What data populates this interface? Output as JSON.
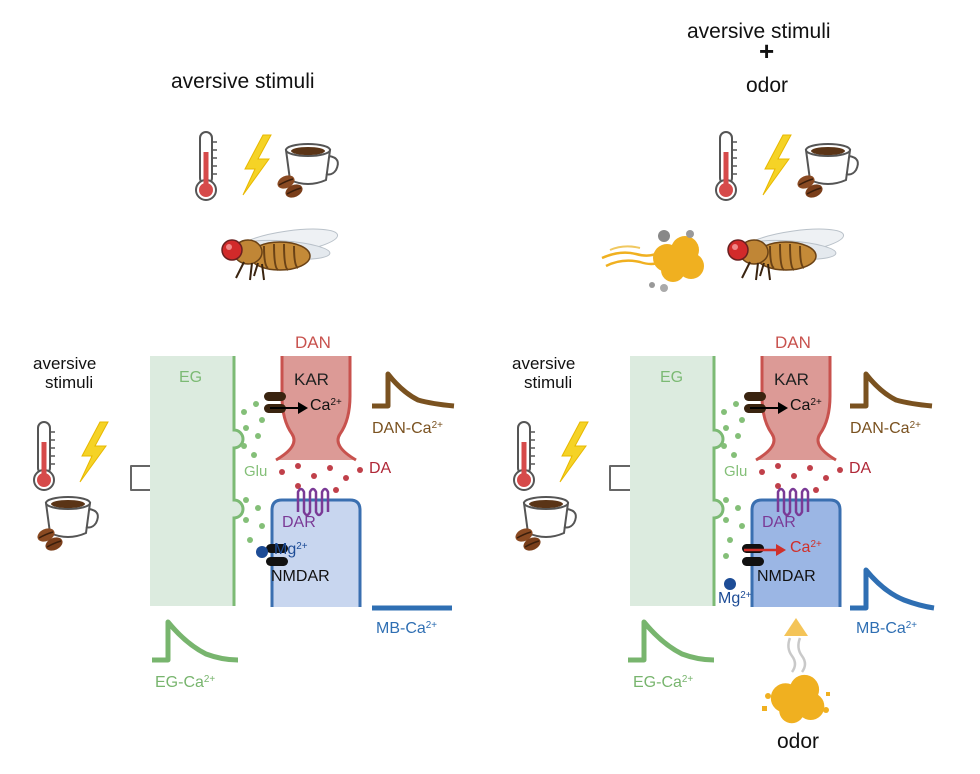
{
  "top": {
    "left_title": "aversive stimuli",
    "right_title_line1": "aversive stimuli",
    "right_title_plus": "+",
    "right_title_line2": "odor"
  },
  "panels": [
    {
      "stim_line1": "aversive",
      "stim_line2": "stimuli",
      "eg_label": "EG",
      "dan_label": "DAN",
      "kar_label": "KAR",
      "ca_base": "Ca",
      "ca_exp": "2+",
      "glu_label": "Glu",
      "da_label": "DA",
      "dar_label": "DAR",
      "mg_base": "Mg",
      "mg_exp": "2+",
      "nmdar_label": "NMDAR",
      "dan_ca_base": "DAN-Ca",
      "dan_ca_exp": "2+",
      "mb_ca_base": "MB-Ca",
      "mb_ca_exp": "2+",
      "eg_ca_base": "EG-Ca",
      "eg_ca_exp": "2+"
    },
    {
      "stim_line1": "aversive",
      "stim_line2": "stimuli",
      "eg_label": "EG",
      "dan_label": "DAN",
      "kar_label": "KAR",
      "ca_base": "Ca",
      "ca_exp": "2+",
      "glu_label": "Glu",
      "da_label": "DA",
      "dar_label": "DAR",
      "ca_red_base": "Ca",
      "ca_red_exp": "2+",
      "mg_base": "Mg",
      "mg_exp": "2+",
      "nmdar_label": "NMDAR",
      "dan_ca_base": "DAN-Ca",
      "dan_ca_exp": "2+",
      "mb_ca_base": "MB-Ca",
      "mb_ca_exp": "2+",
      "eg_ca_base": "EG-Ca",
      "eg_ca_exp": "2+",
      "odor_label": "odor"
    }
  ],
  "colors": {
    "eg_fill": "#dcebdf",
    "eg_line": "#7cba74",
    "dan_fill": "#dc9a96",
    "dan_line": "#c8524e",
    "mb_fill_left": "#c8d6ef",
    "mb_fill_right": "#9bb6e4",
    "mb_line": "#3a6fb0",
    "dan_trace": "#7a5220",
    "mb_trace": "#2f6fb3",
    "eg_trace": "#78b56e",
    "da_dot": "#c0404a",
    "glu_dot": "#84bf78",
    "mg": "#1d4c96",
    "dar": "#7a3a96",
    "odor": "#f0b020",
    "lightning": "#f5d326"
  }
}
